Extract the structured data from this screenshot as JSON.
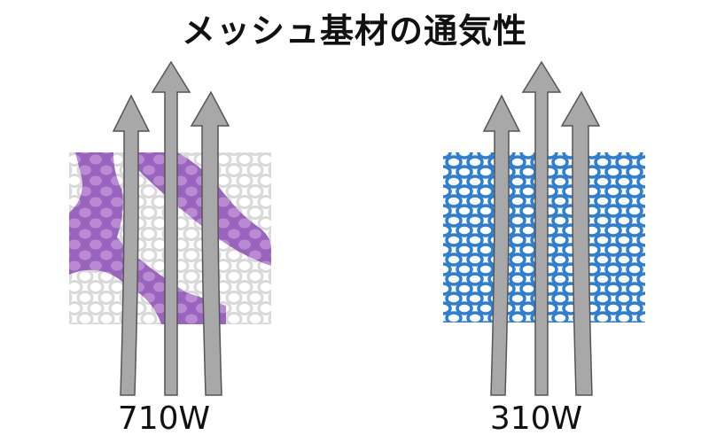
{
  "title": "メッシュ基材の通気性",
  "panels": [
    {
      "value_label": "710W",
      "mesh_color": "#2f7fd0",
      "overlay_color": "#a06ac0"
    },
    {
      "value_label": "310W",
      "mesh_color": "#2f7fd0"
    }
  ],
  "arrow_color": "#a8a8a8"
}
